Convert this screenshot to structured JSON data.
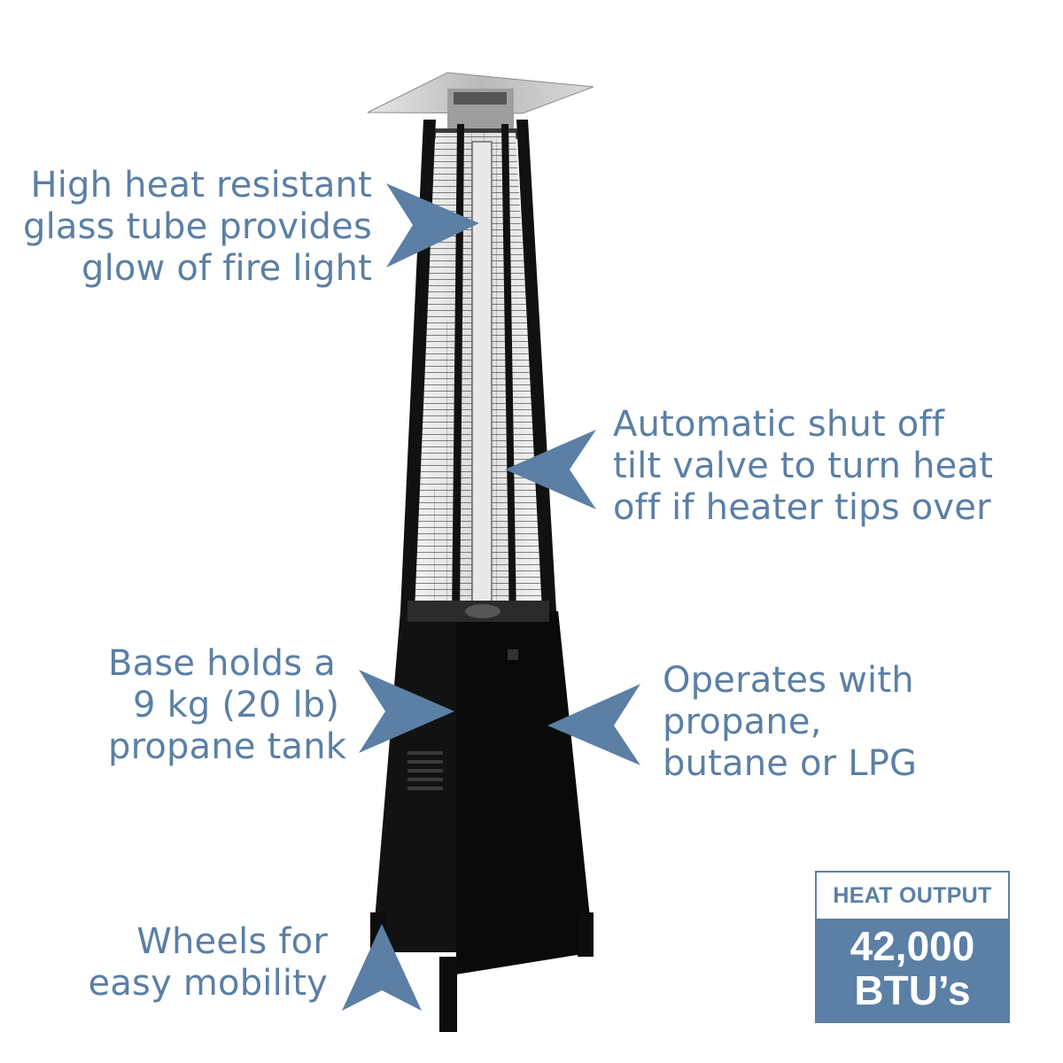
{
  "callouts": {
    "glass_tube": {
      "lines": [
        "High heat resistant",
        "glass tube provides",
        "glow of fire light"
      ]
    },
    "tilt_valve": {
      "lines": [
        "Automatic shut off",
        "tilt valve to turn heat",
        "off if heater tips over"
      ]
    },
    "base": {
      "lines": [
        "Base holds a",
        "9 kg (20 lb)",
        "propane tank"
      ]
    },
    "fuel": {
      "lines": [
        "Operates with",
        "propane,",
        "butane or LPG"
      ]
    },
    "wheels": {
      "lines": [
        "Wheels for",
        "easy mobility"
      ]
    }
  },
  "heat_output": {
    "label": "HEAT OUTPUT",
    "value_line1": "42,000",
    "value_line2": "BTU’s"
  },
  "colors": {
    "accent": "#5b7fa5",
    "heater_body": "#151515",
    "reflector": "#c8c8c8"
  },
  "icons": {
    "pointer": "triangle-arrow-icon",
    "product": "pyramid-patio-heater"
  }
}
